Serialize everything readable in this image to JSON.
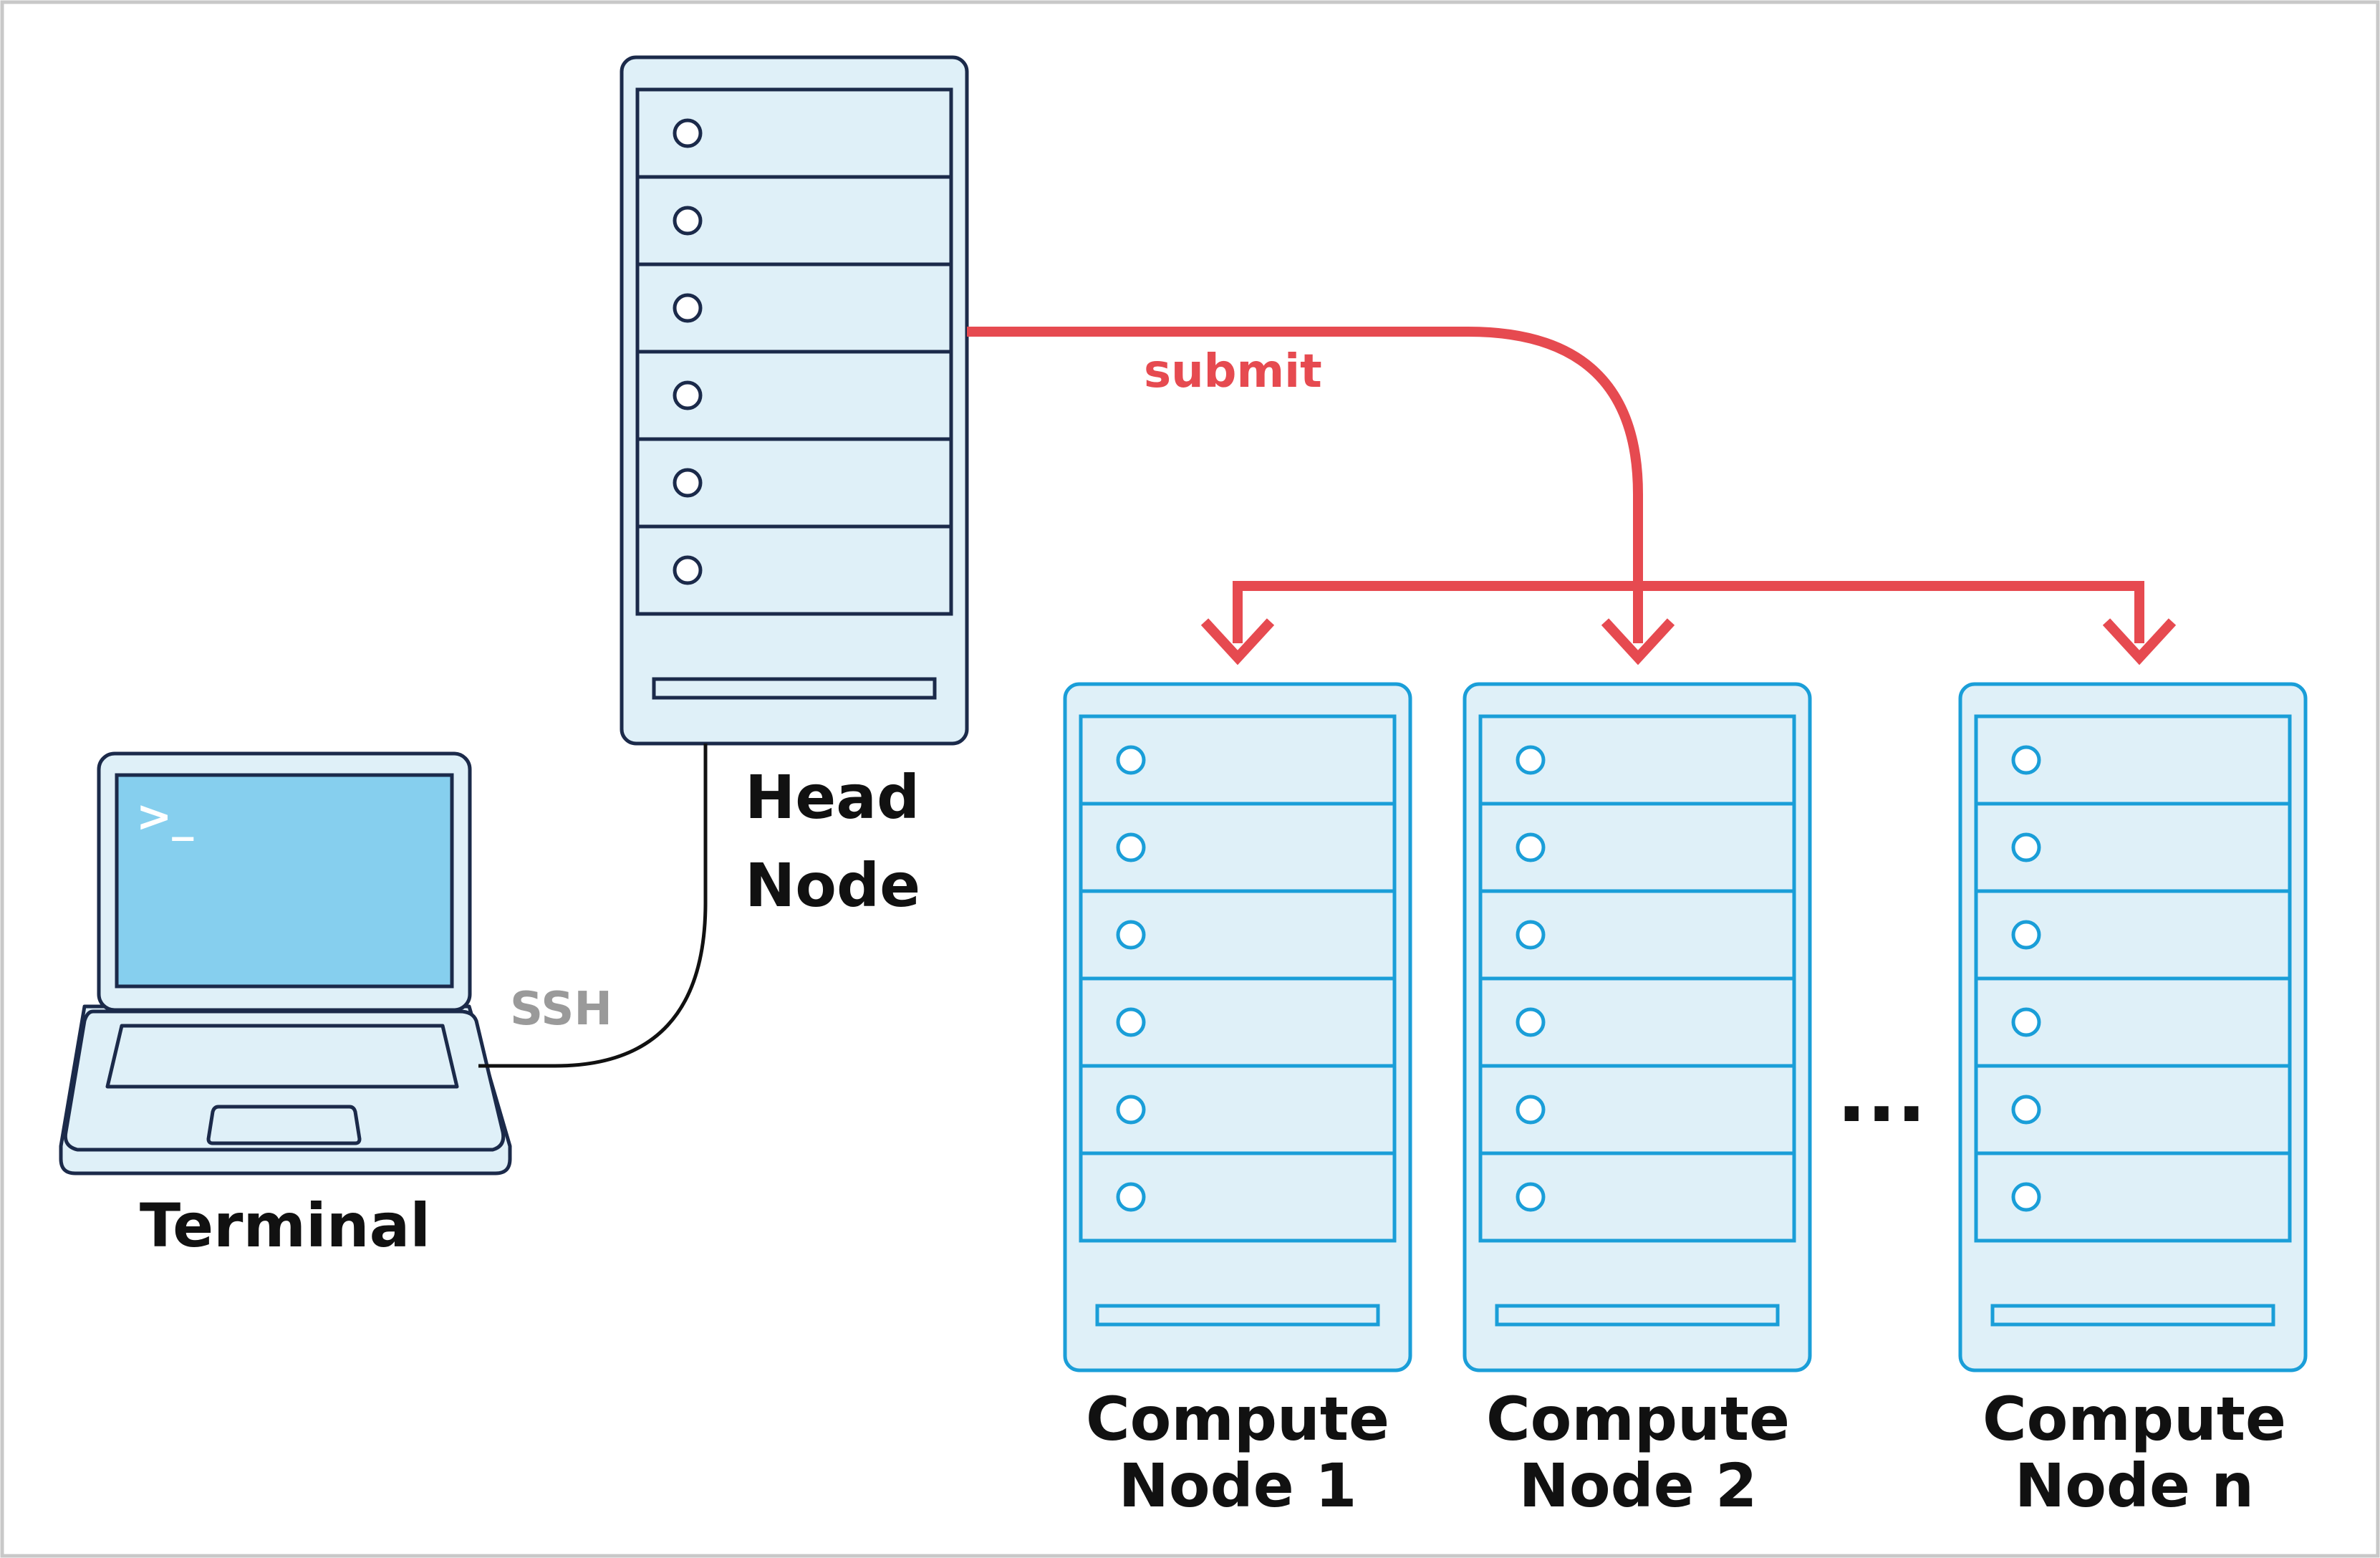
{
  "head_node": {
    "label_line1": "Head",
    "label_line2": "Node"
  },
  "terminal": {
    "label": "Terminal",
    "prompt": ">_"
  },
  "ssh": {
    "label": "SSH"
  },
  "submit": {
    "label": "submit"
  },
  "compute_nodes": [
    {
      "label_line1": "Compute",
      "label_line2": "Node 1"
    },
    {
      "label_line1": "Compute",
      "label_line2": "Node 2"
    },
    {
      "label_line1": "Compute",
      "label_line2": "Node n"
    }
  ],
  "ellipsis": "...",
  "colors": {
    "head_stroke": "#1b2a4a",
    "compute_stroke": "#1a9ed8",
    "server_fill": "#dff0f8",
    "screen_fill": "#86cfee",
    "submit_color": "#e64a50",
    "ssh_label_color": "#9a9a9a",
    "text_color": "#111111",
    "frame_color": "#c8c8c8"
  }
}
